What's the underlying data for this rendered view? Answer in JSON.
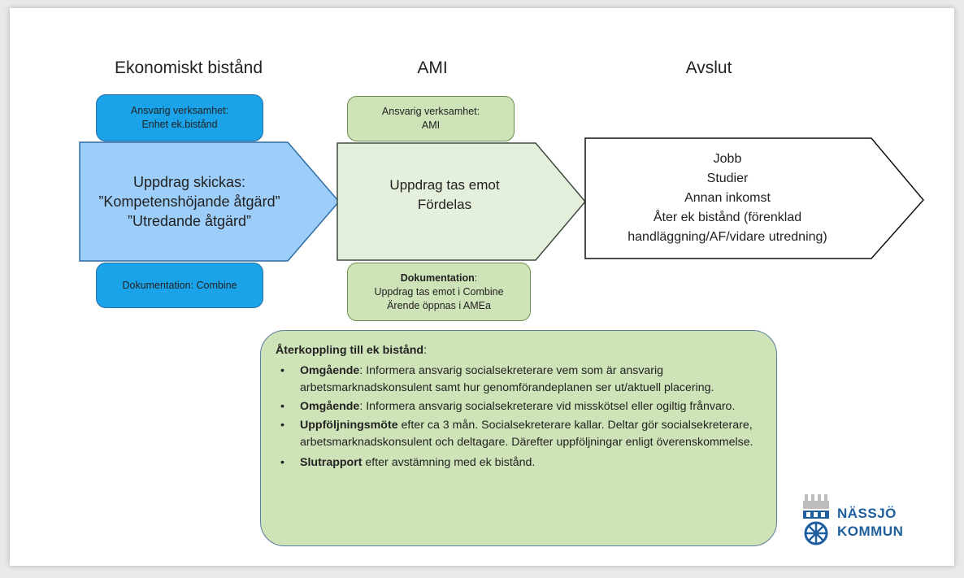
{
  "columns": {
    "col1_title": "Ekonomiskt bistånd",
    "col2_title": "AMI",
    "col3_title": "Avslut"
  },
  "col1": {
    "top_line1": "Ansvarig verksamhet:",
    "top_line2": "Enhet ek.bistånd",
    "chevron_line1": "Uppdrag skickas:",
    "chevron_line2": "”Kompetenshöjande åtgärd”",
    "chevron_line3": "”Utredande åtgärd”",
    "bottom_label": "Dokumentation: Combine"
  },
  "col2": {
    "top_line1": "Ansvarig verksamhet:",
    "top_line2": "AMI",
    "chevron_line1": "Uppdrag tas emot",
    "chevron_line2": "Fördelas",
    "bottom_title": "Dokumentation",
    "bottom_title_suffix": ":",
    "bottom_line1": "Uppdrag tas emot i Combine",
    "bottom_line2": "Ärende öppnas i AMEa"
  },
  "col3": {
    "line1": "Jobb",
    "line2": "Studier",
    "line3": "Annan inkomst",
    "line4": "Åter ek bistånd (förenklad",
    "line5": "handläggning/AF/vidare utredning)"
  },
  "feedback": {
    "title": "Återkoppling till ek bistånd",
    "title_suffix": ":",
    "items": [
      {
        "bold": "Omgående",
        "text": ": Informera ansvarig socialsekreterare vem som är ansvarig arbetsmarknadskonsulent samt hur genomförandeplanen ser ut/aktuell placering."
      },
      {
        "bold": "Omgående",
        "text": ": Informera ansvarig socialsekreterare vid misskötsel eller ogiltig frånvaro."
      },
      {
        "bold": "Uppföljningsmöte",
        "text": " efter ca 3 mån. Socialsekreterare kallar. Deltar gör socialsekreterare, arbetsmarknadskonsulent och deltagare. Därefter uppföljningar enligt överenskommelse."
      },
      {
        "bold": "Slutrapport",
        "text": " efter avstämning med ek bistånd."
      }
    ]
  },
  "logo": {
    "line1": "NÄSSJÖ",
    "line2": "KOMMUN"
  },
  "colors": {
    "blue_box": "#1aa3e8",
    "blue_chevron": "#9dcdf9",
    "green_box": "#cfe3b8",
    "green_chevron": "#e4efdc",
    "logo_blue": "#1f5f9e"
  }
}
